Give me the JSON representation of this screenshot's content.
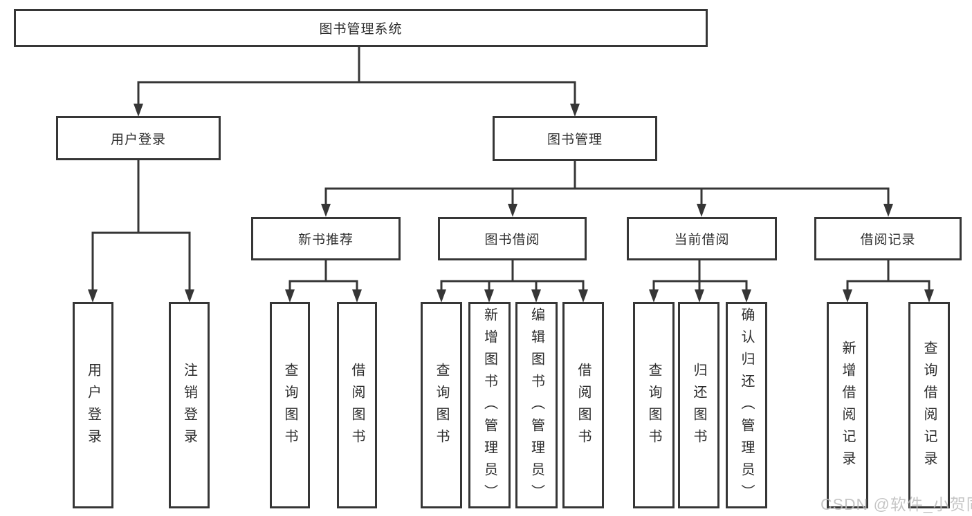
{
  "colors": {
    "line": "#363636",
    "text": "#2d2d2d",
    "background": "#ffffff",
    "watermark": "#bcbcbc"
  },
  "tree": {
    "label": "图书管理系统",
    "children": [
      {
        "label": "用户登录",
        "children": [
          {
            "label": "用户登录"
          },
          {
            "label": "注销登录"
          }
        ]
      },
      {
        "label": "图书管理",
        "children": [
          {
            "label": "新书推荐",
            "children": [
              {
                "label": "查询图书"
              },
              {
                "label": "借阅图书"
              }
            ]
          },
          {
            "label": "图书借阅",
            "children": [
              {
                "label": "查询图书"
              },
              {
                "label": "新增图书（管理员）"
              },
              {
                "label": "编辑图书（管理员）"
              },
              {
                "label": "借阅图书"
              }
            ]
          },
          {
            "label": "当前借阅",
            "children": [
              {
                "label": "查询图书"
              },
              {
                "label": "归还图书"
              },
              {
                "label": "确认归还（管理员）"
              }
            ]
          },
          {
            "label": "借阅记录",
            "children": [
              {
                "label": "新增借阅记录"
              },
              {
                "label": "查询借阅记录"
              }
            ]
          }
        ]
      }
    ]
  },
  "watermark": {
    "text": "CSDN @软件_小贺同学"
  }
}
